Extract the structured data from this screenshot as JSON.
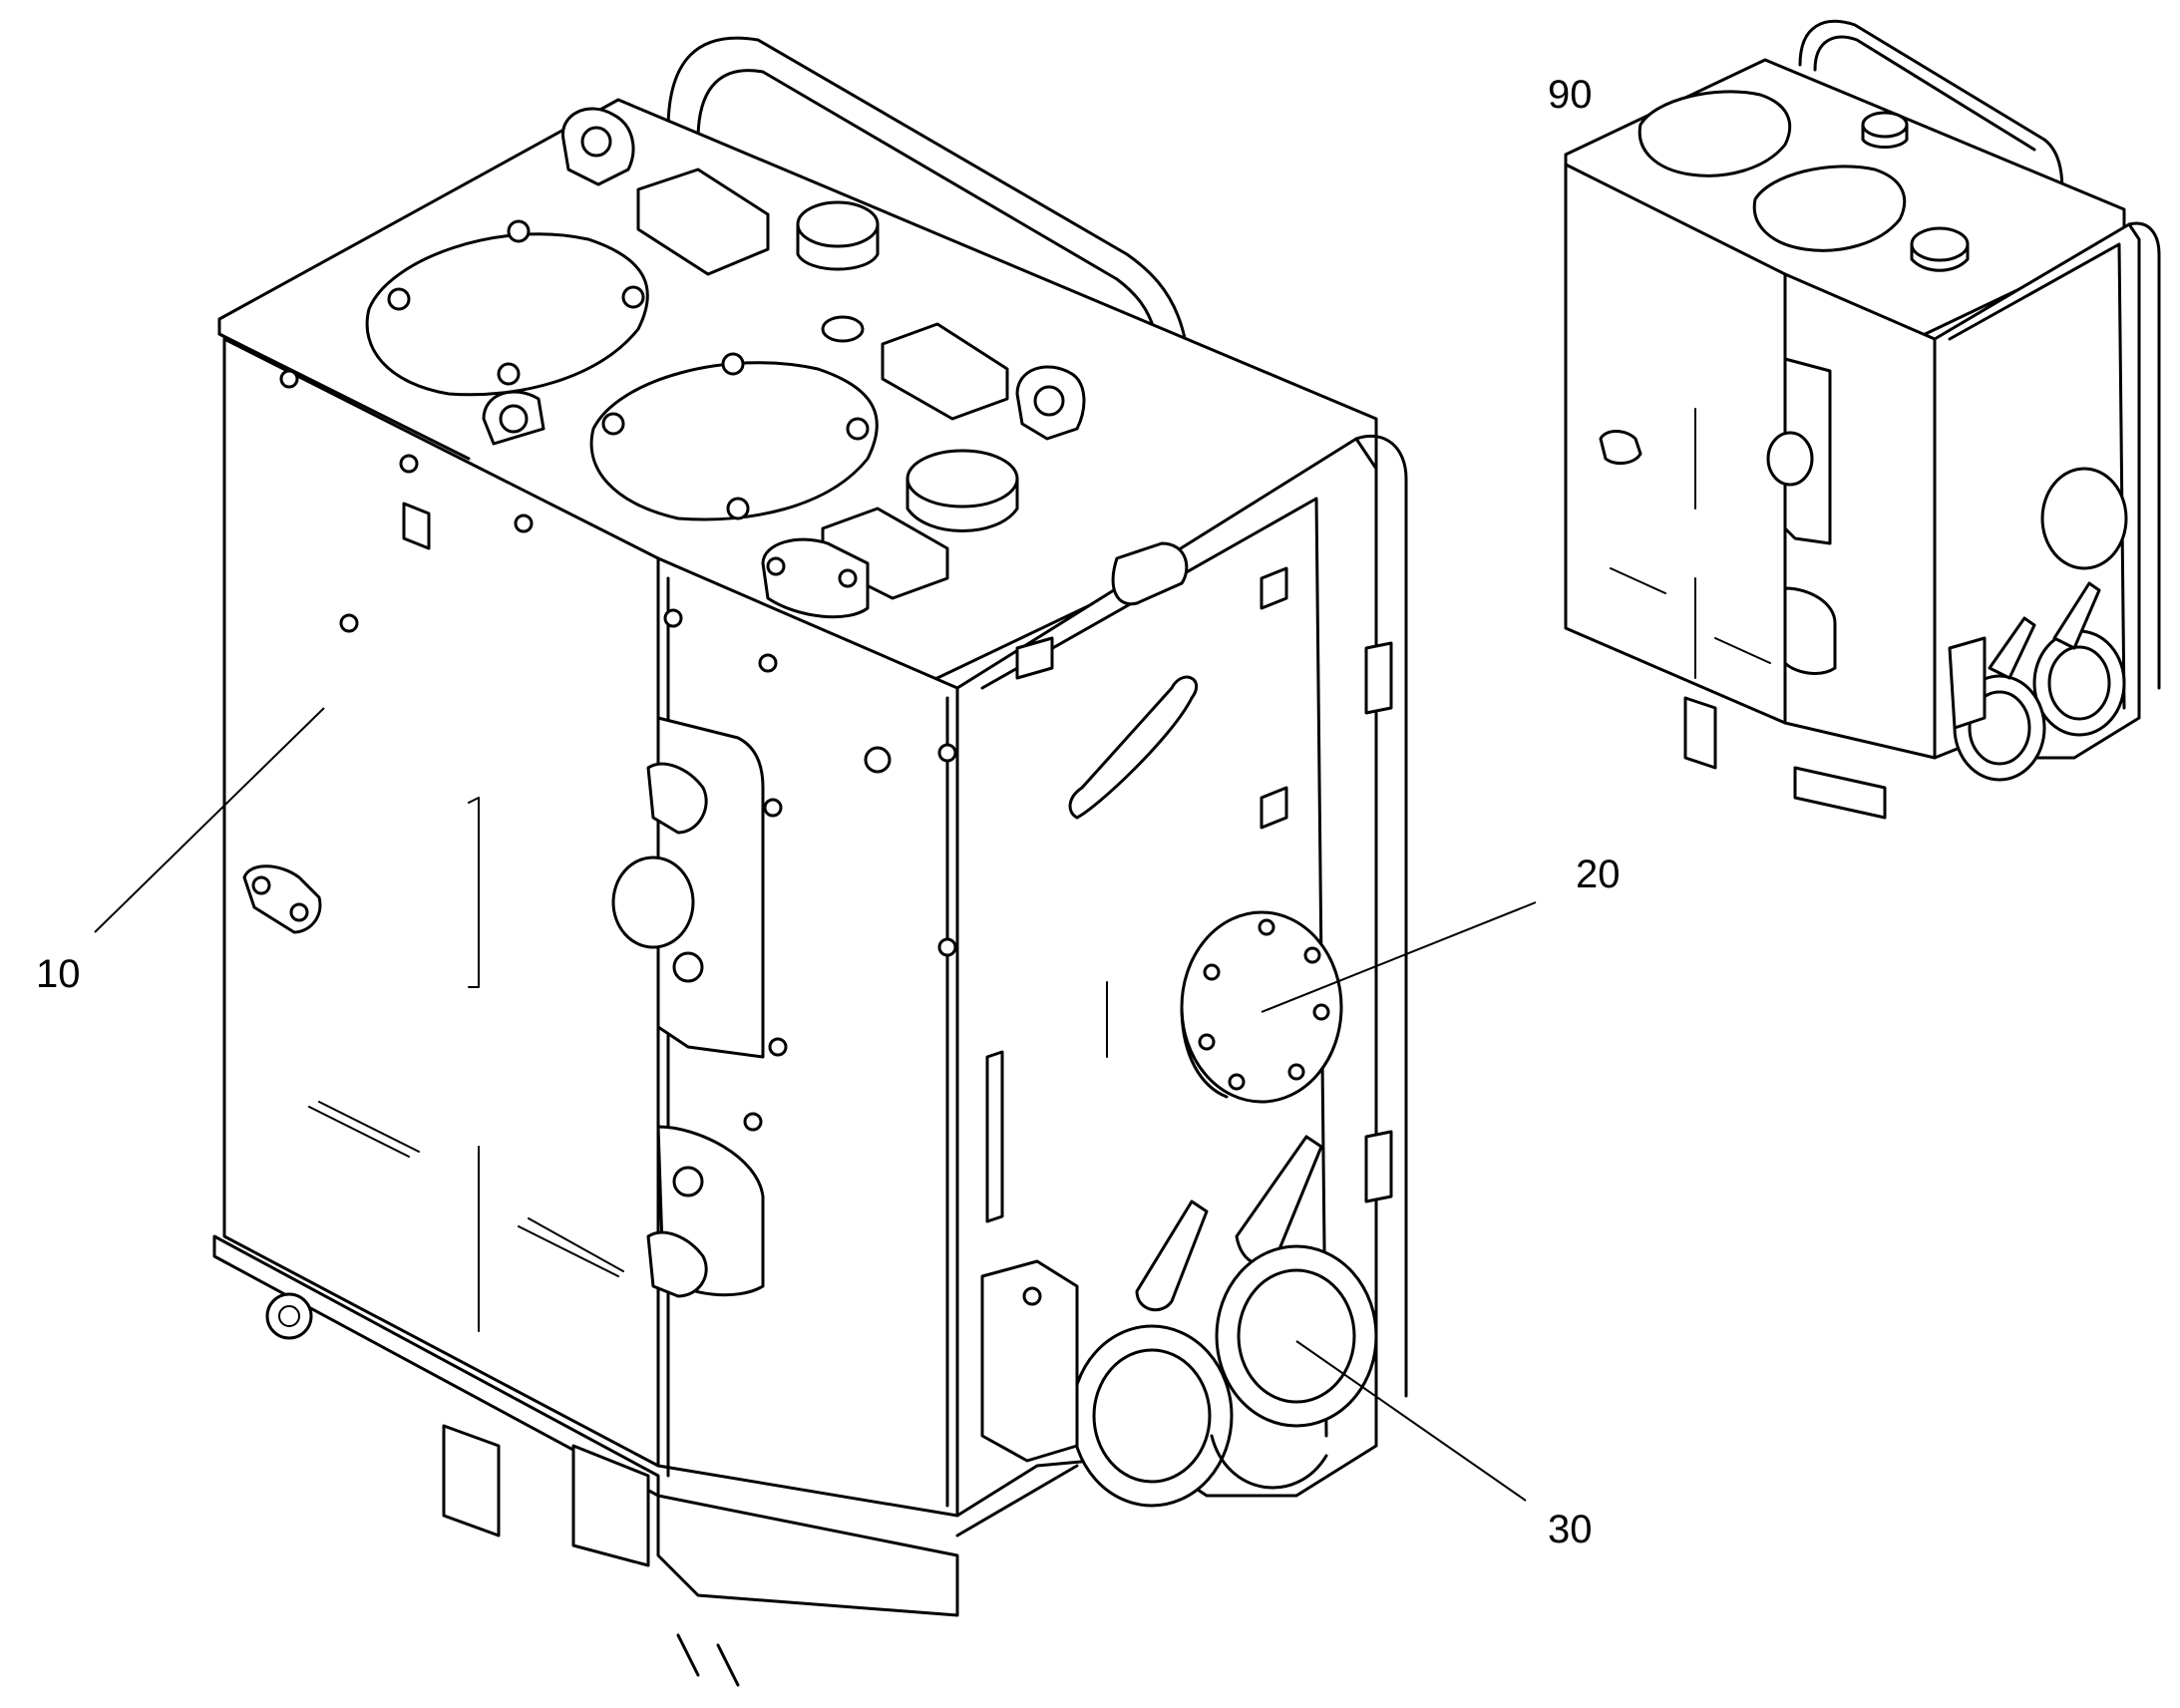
{
  "labels": {
    "part_10": "10",
    "part_20": "20",
    "part_30": "30",
    "part_90": "90"
  },
  "line_color": "#000000",
  "background": "#ffffff"
}
